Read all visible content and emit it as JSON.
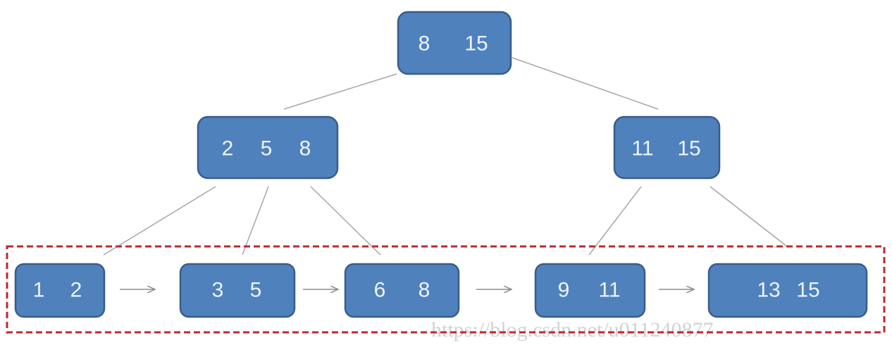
{
  "diagram": {
    "type": "B+ tree",
    "root": {
      "keys": [
        "8",
        "15"
      ]
    },
    "internal": [
      {
        "keys": [
          "2",
          "5",
          "8"
        ]
      },
      {
        "keys": [
          "11",
          "15"
        ]
      }
    ],
    "leaves": [
      {
        "keys": [
          "1",
          "2"
        ]
      },
      {
        "keys": [
          "3",
          "5"
        ]
      },
      {
        "keys": [
          "6",
          "8"
        ]
      },
      {
        "keys": [
          "9",
          "11"
        ]
      },
      {
        "keys": [
          "13",
          "15"
        ]
      }
    ],
    "watermark": "https://blog.csdn.net/u011240877",
    "colors": {
      "node_fill": "#4f81bd",
      "node_border": "#385d8a",
      "leaf_group_border": "#c0272d"
    }
  }
}
